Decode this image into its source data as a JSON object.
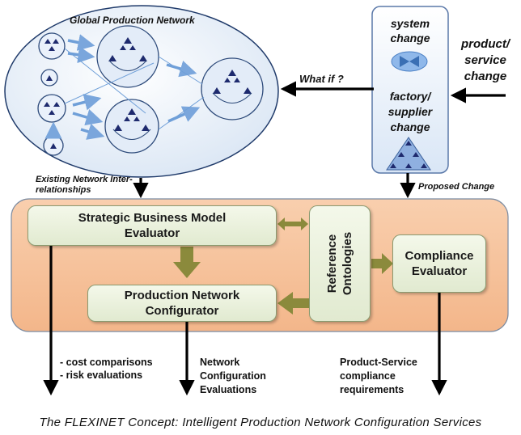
{
  "network_title": "Global  Production Network",
  "change_panel": {
    "system_change": "system change",
    "factory_change": "factory/ supplier change"
  },
  "product_service_change": "product/ service change",
  "what_if": "What if ?",
  "existing_network": "Existing Network Inter-relationships",
  "proposed_change": "Proposed Change",
  "boxes": {
    "strategic": "Strategic Business Model Evaluator",
    "production": "Production Network Configurator",
    "ontologies": "Reference Ontologies",
    "compliance": "Compliance Evaluator"
  },
  "outputs": {
    "cost_risk": [
      "- cost comparisons",
      "- risk evaluations"
    ],
    "network_config": "Network Configuration Evaluations",
    "product_service": "Product-Service compliance requirements"
  },
  "caption": "The FLEXINET Concept: Intelligent Production Network Configuration Services",
  "colors": {
    "panel": "#f7c29a",
    "box": "#e6eed8",
    "olive_arrow": "#8a8a3c",
    "blue": "#4a7fc4",
    "dark_navy": "#1e2a6e"
  }
}
